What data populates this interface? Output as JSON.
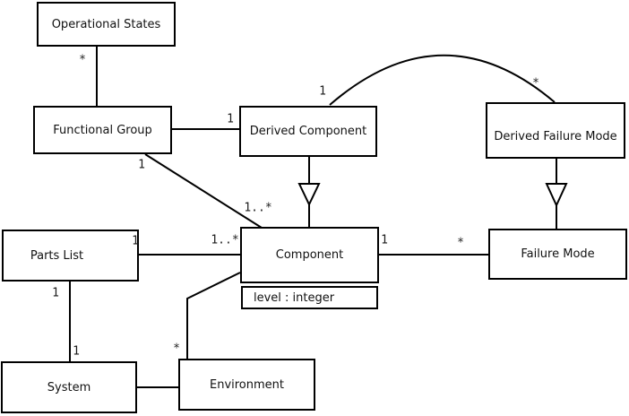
{
  "diagram": {
    "kind": "uml-class-diagram",
    "colors": {
      "background": "#ffffff",
      "line": "#000000",
      "text": "#111111"
    },
    "nodes": {
      "operational_states": {
        "label": "Operational States"
      },
      "functional_group": {
        "label": "Functional Group"
      },
      "derived_component": {
        "label": "Derived Component"
      },
      "derived_failure_mode": {
        "label": "Derived Failure Mode"
      },
      "parts_list": {
        "label": "Parts List"
      },
      "component": {
        "label": "Component",
        "attributes": [
          "level : integer"
        ]
      },
      "failure_mode": {
        "label": "Failure Mode"
      },
      "system": {
        "label": "System"
      },
      "environment": {
        "label": "Environment"
      }
    },
    "edges": [
      {
        "from": "Operational States",
        "to": "Functional Group",
        "kind": "association",
        "from_multiplicity": "*"
      },
      {
        "from": "Functional Group",
        "to": "Derived Component",
        "kind": "association",
        "to_multiplicity": "1"
      },
      {
        "from": "Functional Group",
        "to": "Component",
        "kind": "association",
        "from_multiplicity": "1",
        "to_multiplicity": "1..*"
      },
      {
        "from": "Derived Component",
        "to": "Component",
        "kind": "generalization"
      },
      {
        "from": "Derived Component",
        "to": "Derived Failure Mode",
        "kind": "association",
        "shape": "arc",
        "from_multiplicity": "1",
        "to_multiplicity": "*"
      },
      {
        "from": "Derived Failure Mode",
        "to": "Failure Mode",
        "kind": "generalization"
      },
      {
        "from": "Parts List",
        "to": "Component",
        "kind": "association",
        "from_multiplicity": "1",
        "to_multiplicity": "1..*"
      },
      {
        "from": "Component",
        "to": "Failure Mode",
        "kind": "association",
        "from_multiplicity": "1",
        "to_multiplicity": "*"
      },
      {
        "from": "Component",
        "to": "Environment",
        "kind": "association",
        "to_multiplicity": "*"
      },
      {
        "from": "Parts List",
        "to": "System",
        "kind": "association",
        "from_multiplicity": "1",
        "to_multiplicity": "1"
      },
      {
        "from": "System",
        "to": "Environment",
        "kind": "association"
      }
    ]
  }
}
